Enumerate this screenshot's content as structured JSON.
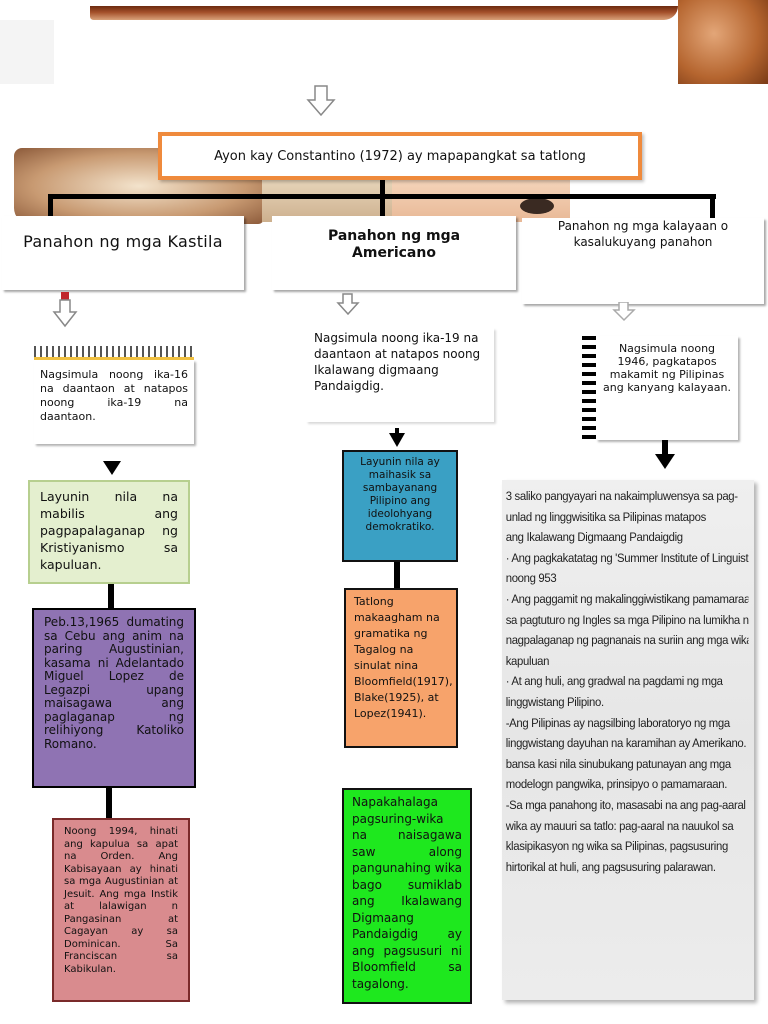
{
  "title": "Ayon kay Constantino (1972) ay mapapangkat sa tatlong",
  "branches": [
    {
      "heading": "Panahon ng mga Kastila",
      "period": "Nagsimula noong ika-16 na daantaon at natapos noong ika-19 na daantaon.",
      "goal": "Layunin nila na mabilis ang pagpapalaganap ng Kristiyanismo sa kapuluan.",
      "event1": "Peb.13,1965 dumating sa Cebu ang anim na paring Augustinian, kasama ni Adelantado Miguel Lopez de Legazpi upang maisagawa ang paglaganap ng relihiyong Katoliko Romano.",
      "event2": "Noong 1994, hinati ang kapulua sa apat na Orden. Ang Kabisayaan ay hinati sa mga Augustinian at Jesuit. Ang mga Instik at lalawigan n Pangasinan at Cagayan ay sa Dominican. Sa Franciscan sa Kabikulan."
    },
    {
      "heading": "Panahon ng mga Americano",
      "period": "Nagsimula noong ika-19 na daantaon at natapos noong Ikalawang digmaang Pandaigdig.",
      "goal": "Layunin nila ay maihasik sa sambayanang Pilipino ang ideolohyang demokratiko.",
      "event1": "Tatlong makaagham na gramatika ng Tagalog na sinulat nina Bloomfield(1917), Blake(1925), at Lopez(1941).",
      "event2": "Napakahalaga pagsuring-wika na naisagawa saw along pangunahing wika bago sumiklab ang Ikalawang Digmaang Pandaigdig ay ang pagsusuri ni Bloomfield sa tagalong."
    },
    {
      "heading": "Panahon ng mga kalayaan o kasalukuyang panahon",
      "period": "Nagsimula noong 1946, pagkatapos makamit ng Pilipinas ang kanyang kalayaan.",
      "scan_lines": [
        "3 saliko pangyayari na nakaimpluwensya sa pag-",
        "unlad ng linggwisitika sa Pilipinas matapos",
        "ang Ikalawang Digmaang Pandaigdig",
        "· Ang pagkakatatag ng 'Summer Institute of Linguistics'",
        "noong 953",
        "· Ang paggamit ng makalinggiwistikang pamamaraan",
        "sa pagtuturo ng Ingles sa mga Pilipino na lumikha ng",
        "nagpalaganap ng pagnanais na suriin ang mga wika sa",
        "kapuluan",
        "· At ang huli, ang gradwal na pagdami ng mga",
        "linggwistang Pilipino.",
        "-Ang Pilipinas ay nagsilbing laboratoryo ng mga",
        "linggwistang dayuhan na karamihan ay Amerikano. Sa",
        "bansa kasi nila sinubukang patunayan ang mga",
        "modelogn pangwika, prinsipyo o pamamaraan.",
        "-Sa mga panahong ito, masasabi na ang pag-aaral ng",
        "wika ay mauuri sa tatlo: pag-aaral na nauukol sa",
        "klasipikasyon ng wika sa Pilipinas, pagsusuring",
        "hirtorikal at huli, ang pagsusuring palarawan."
      ]
    }
  ],
  "colors": {
    "title_border": "#ef8a3c",
    "goal_green_light": "#e4efcf",
    "purple": "#8f73b3",
    "rose": "#d98b8e",
    "teal": "#3aa0c4",
    "orange": "#f7a36b",
    "green": "#1ee81e"
  }
}
